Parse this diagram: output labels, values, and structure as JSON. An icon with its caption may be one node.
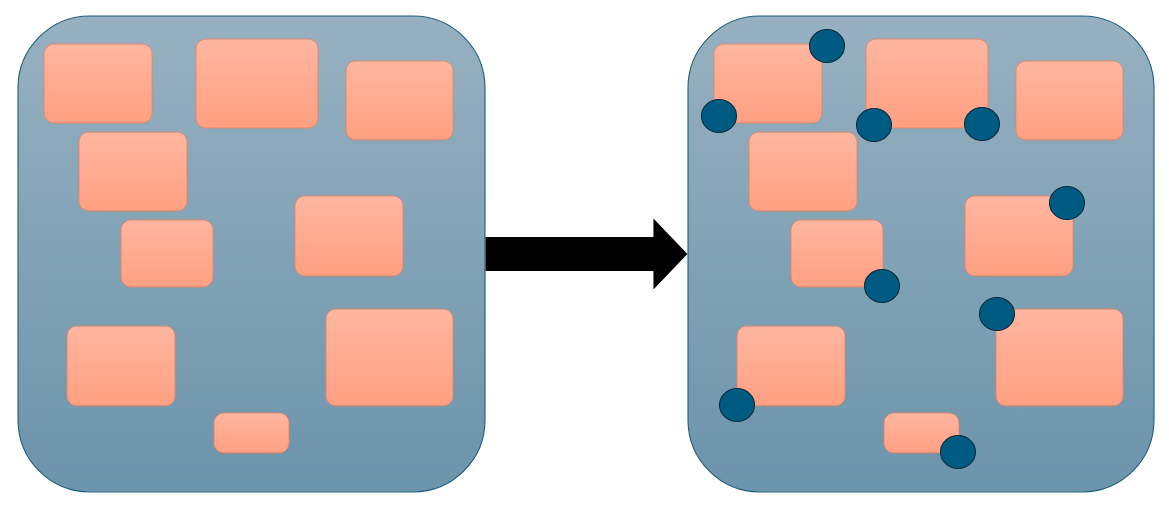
{
  "diagram": {
    "nodes": [
      {
        "text": [],
        "shape": "box"
      },
      {
        "text": [],
        "shape": "box",
        "in": 0
      },
      {
        "text": [],
        "shape": "box",
        "in": 0
      },
      {
        "text": [],
        "shape": "box",
        "in": 0
      },
      {
        "text": [],
        "shape": "box",
        "in": 0
      },
      {
        "text": [],
        "shape": "box",
        "in": 0
      },
      {
        "text": [],
        "shape": "box",
        "in": 0
      },
      {
        "text": [],
        "shape": "box",
        "in": 0
      },
      {
        "text": [],
        "shape": "box",
        "in": 0
      },
      {
        "text": [],
        "shape": "box",
        "in": 0
      },
      {
        "text": [],
        "shape": "box"
      },
      {
        "text": [],
        "shape": "box",
        "in": 10
      },
      {
        "text": [],
        "shape": "box",
        "in": 10
      },
      {
        "text": [],
        "shape": "box",
        "in": 10
      },
      {
        "text": [],
        "shape": "box",
        "in": 10
      },
      {
        "text": [],
        "shape": "box",
        "in": 10
      },
      {
        "text": [],
        "shape": "box",
        "in": 10
      },
      {
        "text": [],
        "shape": "box",
        "in": 10
      },
      {
        "text": [],
        "shape": "box",
        "in": 10
      },
      {
        "text": [],
        "shape": "box",
        "in": 10
      },
      {
        "text": [],
        "shape": "circle",
        "in": 10
      },
      {
        "text": [],
        "shape": "circle",
        "in": 10
      },
      {
        "text": [],
        "shape": "circle",
        "in": 10
      },
      {
        "text": [],
        "shape": "circle",
        "in": 10
      },
      {
        "text": [],
        "shape": "circle",
        "in": 10
      },
      {
        "text": [],
        "shape": "circle",
        "in": 10
      },
      {
        "text": [],
        "shape": "circle",
        "in": 10
      },
      {
        "text": [],
        "shape": "circle",
        "in": 10
      },
      {
        "text": [],
        "shape": "circle",
        "in": 10
      }
    ],
    "edges": [
      {
        "from": 0,
        "to": 10,
        "arrow": "to"
      }
    ]
  }
}
